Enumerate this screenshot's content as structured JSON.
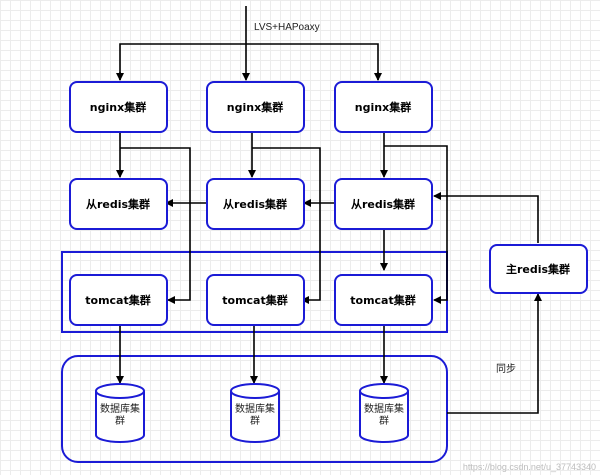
{
  "entry_label": "LVS+HAPoaxy",
  "nginx": [
    "nginx集群",
    "nginx集群",
    "nginx集群"
  ],
  "slave_redis": [
    "从redis集群",
    "从redis集群",
    "从redis集群"
  ],
  "tomcat": [
    "tomcat集群",
    "tomcat集群",
    "tomcat集群"
  ],
  "master_redis": "主redis集群",
  "databases": [
    {
      "line1": "数据库集",
      "line2": "群"
    },
    {
      "line1": "数据库集",
      "line2": "群"
    },
    {
      "line1": "数据库集",
      "line2": "群"
    }
  ],
  "sync_label": "同步",
  "watermark": "https://blog.csdn.net/u_37743340",
  "colors": {
    "node_border": "#1b1bd6",
    "edge": "#000000",
    "background": "#ffffff"
  }
}
